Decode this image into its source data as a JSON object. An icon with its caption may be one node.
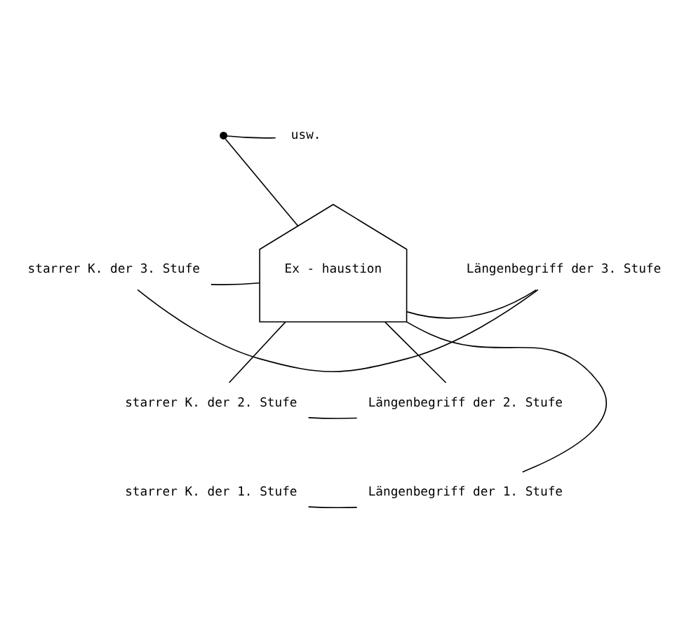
{
  "diagram": {
    "nodes": [
      {
        "text": [
          "Ex - haustion"
        ]
      },
      {
        "text": [
          "starrer K. der 1. Stufe"
        ]
      },
      {
        "text": [
          "Längenbegriff der 1. Stufe"
        ]
      },
      {
        "text": [
          "starrer K. der 2. Stufe"
        ]
      },
      {
        "text": [
          "Längenbegriff der 2. Stufe"
        ]
      },
      {
        "text": [
          "starrer K. der 3. Stufe"
        ]
      },
      {
        "text": [
          "Längenbegriff der 3. Stufe"
        ]
      },
      {
        "text": [],
        "shape": "circle"
      },
      {
        "text": [
          "usw."
        ]
      }
    ],
    "edges": [
      {
        "from": 1,
        "to": 2,
        "arrow": "none"
      },
      {
        "from": 2,
        "to": 0,
        "arrow": "none"
      },
      {
        "from": 3,
        "to": 0,
        "arrow": "none"
      },
      {
        "from": 3,
        "to": 4,
        "arrow": "none"
      },
      {
        "from": 4,
        "to": 0,
        "arrow": "none"
      },
      {
        "from": 5,
        "to": 0,
        "arrow": "none"
      },
      {
        "from": 5,
        "to": 6,
        "arrow": "none"
      },
      {
        "from": 6,
        "to": 0,
        "arrow": "none"
      },
      {
        "from": 7,
        "to": 0,
        "arrow": "none"
      },
      {
        "from": 7,
        "to": 8,
        "arrow": "none"
      }
    ]
  }
}
